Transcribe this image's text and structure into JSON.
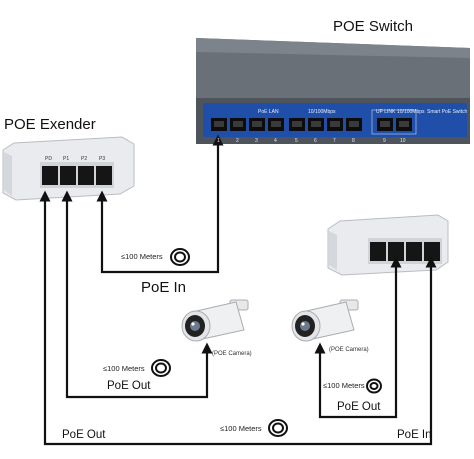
{
  "labels": {
    "poe_switch": "POE Switch",
    "poe_extender": "POE Exender",
    "poe_in_top": "PoE In",
    "poe_out_left": "PoE Out",
    "poe_out_bottom": "PoE Out",
    "poe_out_right": "PoE Out",
    "poe_in_bottom": "PoE In"
  },
  "distance_labels": {
    "top": "≤100 Meters",
    "left": "≤100 Meters",
    "bottom": "≤100 Meters",
    "right": "≤100 Meters"
  },
  "camera_labels": {
    "left": "(POE Camera)",
    "right": "(POE Camera)"
  },
  "switch_panel": {
    "brand": "Smart PoE Switch",
    "section_poe": "PoE LAN",
    "section_speed": "10/100Mbps",
    "section_uplink": "UP LINK",
    "section_uplink_speed": "10/100Mbps",
    "port_numbers": [
      "1",
      "2",
      "3",
      "4",
      "5",
      "6",
      "7",
      "8",
      "9",
      "10"
    ]
  },
  "extender_panel": {
    "port_labels": [
      "PD",
      "P1",
      "P2",
      "P3"
    ]
  },
  "colors": {
    "line": "#111111",
    "switch_body": "#5a6068",
    "switch_panel": "#1f4fa8",
    "device_white": "#eef0f2"
  }
}
